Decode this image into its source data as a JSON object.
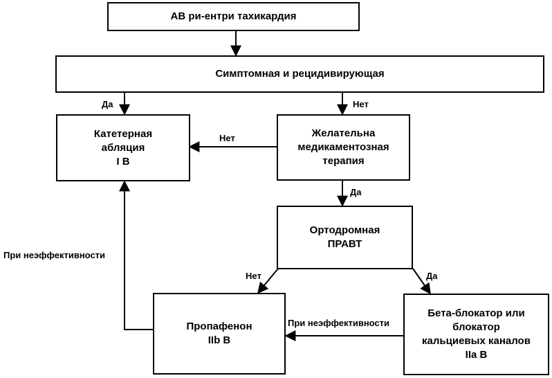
{
  "nodes": {
    "start": {
      "lines": [
        "АВ ри-ентри тахикардия"
      ]
    },
    "symptomatic": {
      "lines": [
        "Симптомная и рецидивирующая"
      ]
    },
    "ablation": {
      "lines": [
        "Катетерная",
        "абляция",
        "I B"
      ]
    },
    "drug_therapy": {
      "lines": [
        "Желательна",
        "медикаментозная",
        "терапия"
      ]
    },
    "orthodromic": {
      "lines": [
        "Ортодромная",
        "ПРАВТ"
      ]
    },
    "propafenone": {
      "lines": [
        "Пропафенон",
        "IIb B"
      ]
    },
    "beta_blocker": {
      "lines": [
        "Бета-блокатор или",
        "блокатор",
        "кальциевых каналов",
        "IIa B"
      ]
    }
  },
  "edges": {
    "symptomatic_yes": "Да",
    "symptomatic_no": "Нет",
    "drug_no": "Нет",
    "drug_yes": "Да",
    "orthodromic_no": "Нет",
    "orthodromic_yes": "Да",
    "beta_ineffective": "При неэффективности",
    "propafenone_ineffective": "При неэффективности"
  }
}
